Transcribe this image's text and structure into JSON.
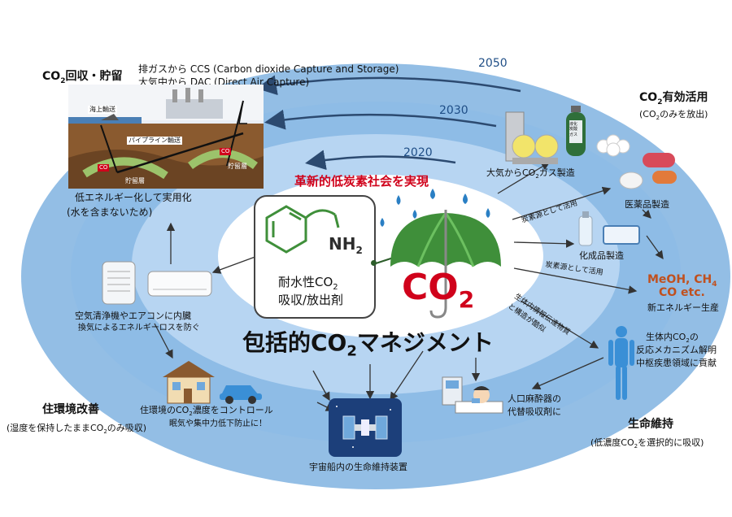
{
  "timeline": {
    "y2050": "2050",
    "y2030": "2030",
    "y2020": "2020"
  },
  "center": {
    "goal": "革新的低炭素社会を実現",
    "nh2": "NH",
    "nh2_sub": "2",
    "agent_line1": "耐水性CO",
    "agent_line1_sub": "2",
    "agent_line2": "吸収/放出剤",
    "co2_text": "CO",
    "co2_sub": "2",
    "main_title": "包括的CO",
    "main_title_sub": "2",
    "main_title_end": "マネジメント"
  },
  "capture": {
    "title": "CO",
    "title_sub": "2",
    "title_end": "回収・貯留",
    "line1": "排ガスから CCS (Carbon dioxide Capture and Storage)",
    "line2": "大気中から DAC (Direct Air Capture)",
    "img_label_sea": "海上輸送",
    "img_label_pipe": "パイプライン輸送",
    "img_label_co2": "CO",
    "img_label_co2b": "CO",
    "img_label_store1": "貯留層",
    "img_label_store2": "貯留層",
    "note1": "低エネルギー化して実用化",
    "note2": "(水を含まないため)"
  },
  "utilization": {
    "title": "CO",
    "title_sub": "2",
    "title_end": "有効活用",
    "subtitle": "(CO",
    "subtitle_sub": "2",
    "subtitle_end": "のみを放出)",
    "gas": "大気からCO",
    "gas_sub": "2",
    "gas_end": "ガス製造",
    "cylinder_label": "液化炭酸ガス",
    "carbon_src1": "炭素源として活用",
    "pharma": "医薬品製造",
    "chem": "化成品製造",
    "carbon_src2": "炭素源として活用",
    "fuels1": "MeOH, CH",
    "fuels1_sub": "4",
    "fuels2": "CO etc.",
    "energy": "新エネルギー生産"
  },
  "life": {
    "diag1": "生体内情報伝達物質",
    "diag2": "と構造が酷似",
    "body1": "生体内CO",
    "body1_sub": "2",
    "body1_end": "の",
    "body2": "反応メカニズム解明",
    "body3": "中枢疾患領域に貢献",
    "anest1": "人口麻酔器の",
    "anest2": "代替吸収剤に",
    "title": "生命維持",
    "subtitle": "(低濃度CO",
    "subtitle_sub": "2",
    "subtitle_end": "を選択的に吸収)"
  },
  "space": {
    "label": "宇宙船内の生命維持装置"
  },
  "living": {
    "aircon1": "空気清浄機やエアコンに内臓",
    "aircon2": "換気によるエネルギーロスを防ぐ",
    "control1": "住環境のCO",
    "control1_sub": "2",
    "control1_end": "濃度をコントロール",
    "control2": "眠気や集中力低下防止に！",
    "title": "住環境改善",
    "subtitle": "(湿度を保持したままCO",
    "subtitle_sub": "2",
    "subtitle_end": "のみ吸収)"
  },
  "colors": {
    "outer_ring": "#6fa8dc",
    "inner_ring": "#a9cbee",
    "goal_red": "#d0021b",
    "fuel_orange": "#c0501e",
    "umbrella_green": "#3f8f3a",
    "drop_blue": "#2a7fc4",
    "year_blue": "#1f4e86"
  },
  "icons": [
    "molecule-icon",
    "umbrella-icon",
    "rain-drop-icon",
    "gas-plant-icon",
    "gas-cylinder-icon",
    "pill-icon",
    "bottle-icon",
    "tray-icon",
    "human-body-icon",
    "anesthesia-patient-icon",
    "space-station-icon",
    "house-icon",
    "car-icon",
    "air-purifier-icon",
    "air-conditioner-icon",
    "ccs-cross-section-image"
  ]
}
